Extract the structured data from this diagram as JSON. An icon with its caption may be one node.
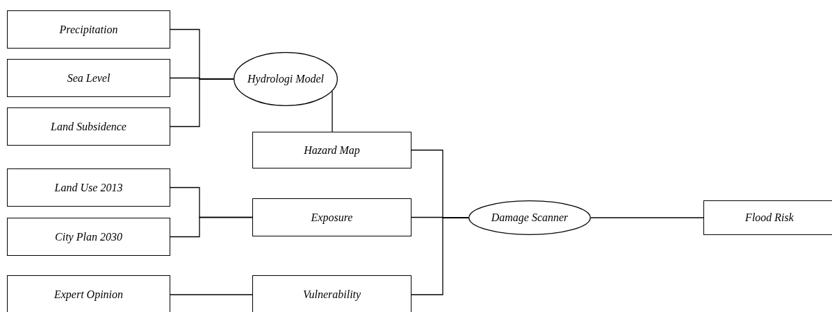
{
  "diagram": {
    "nodes": [
      {
        "text": [
          "Precipitation"
        ]
      },
      {
        "text": [
          "Sea Level"
        ]
      },
      {
        "text": [
          "Land Subsidence"
        ]
      },
      {
        "text": [
          "Hydrologi Model"
        ]
      },
      {
        "text": [
          "Hazard Map"
        ]
      },
      {
        "text": [
          "Land Use 2013"
        ]
      },
      {
        "text": [
          "City Plan 2030"
        ]
      },
      {
        "text": [
          "Exposure"
        ]
      },
      {
        "text": [
          "Expert Opinion"
        ]
      },
      {
        "text": [
          "Vulnerability"
        ]
      },
      {
        "text": [
          "Damage Scanner"
        ]
      },
      {
        "text": [
          "Flood Risk"
        ]
      }
    ],
    "edges": [
      {
        "from": 0,
        "to": 3,
        "arrow": "none"
      },
      {
        "from": 1,
        "to": 3,
        "arrow": "none"
      },
      {
        "from": 2,
        "to": 3,
        "arrow": "none"
      },
      {
        "from": 3,
        "to": 4,
        "arrow": "none"
      },
      {
        "from": 5,
        "to": 7,
        "arrow": "none"
      },
      {
        "from": 6,
        "to": 7,
        "arrow": "none"
      },
      {
        "from": 8,
        "to": 9,
        "arrow": "none"
      },
      {
        "from": 4,
        "to": 10,
        "arrow": "none"
      },
      {
        "from": 7,
        "to": 10,
        "arrow": "none"
      },
      {
        "from": 9,
        "to": 10,
        "arrow": "none"
      },
      {
        "from": 10,
        "to": 11,
        "arrow": "none"
      }
    ]
  }
}
